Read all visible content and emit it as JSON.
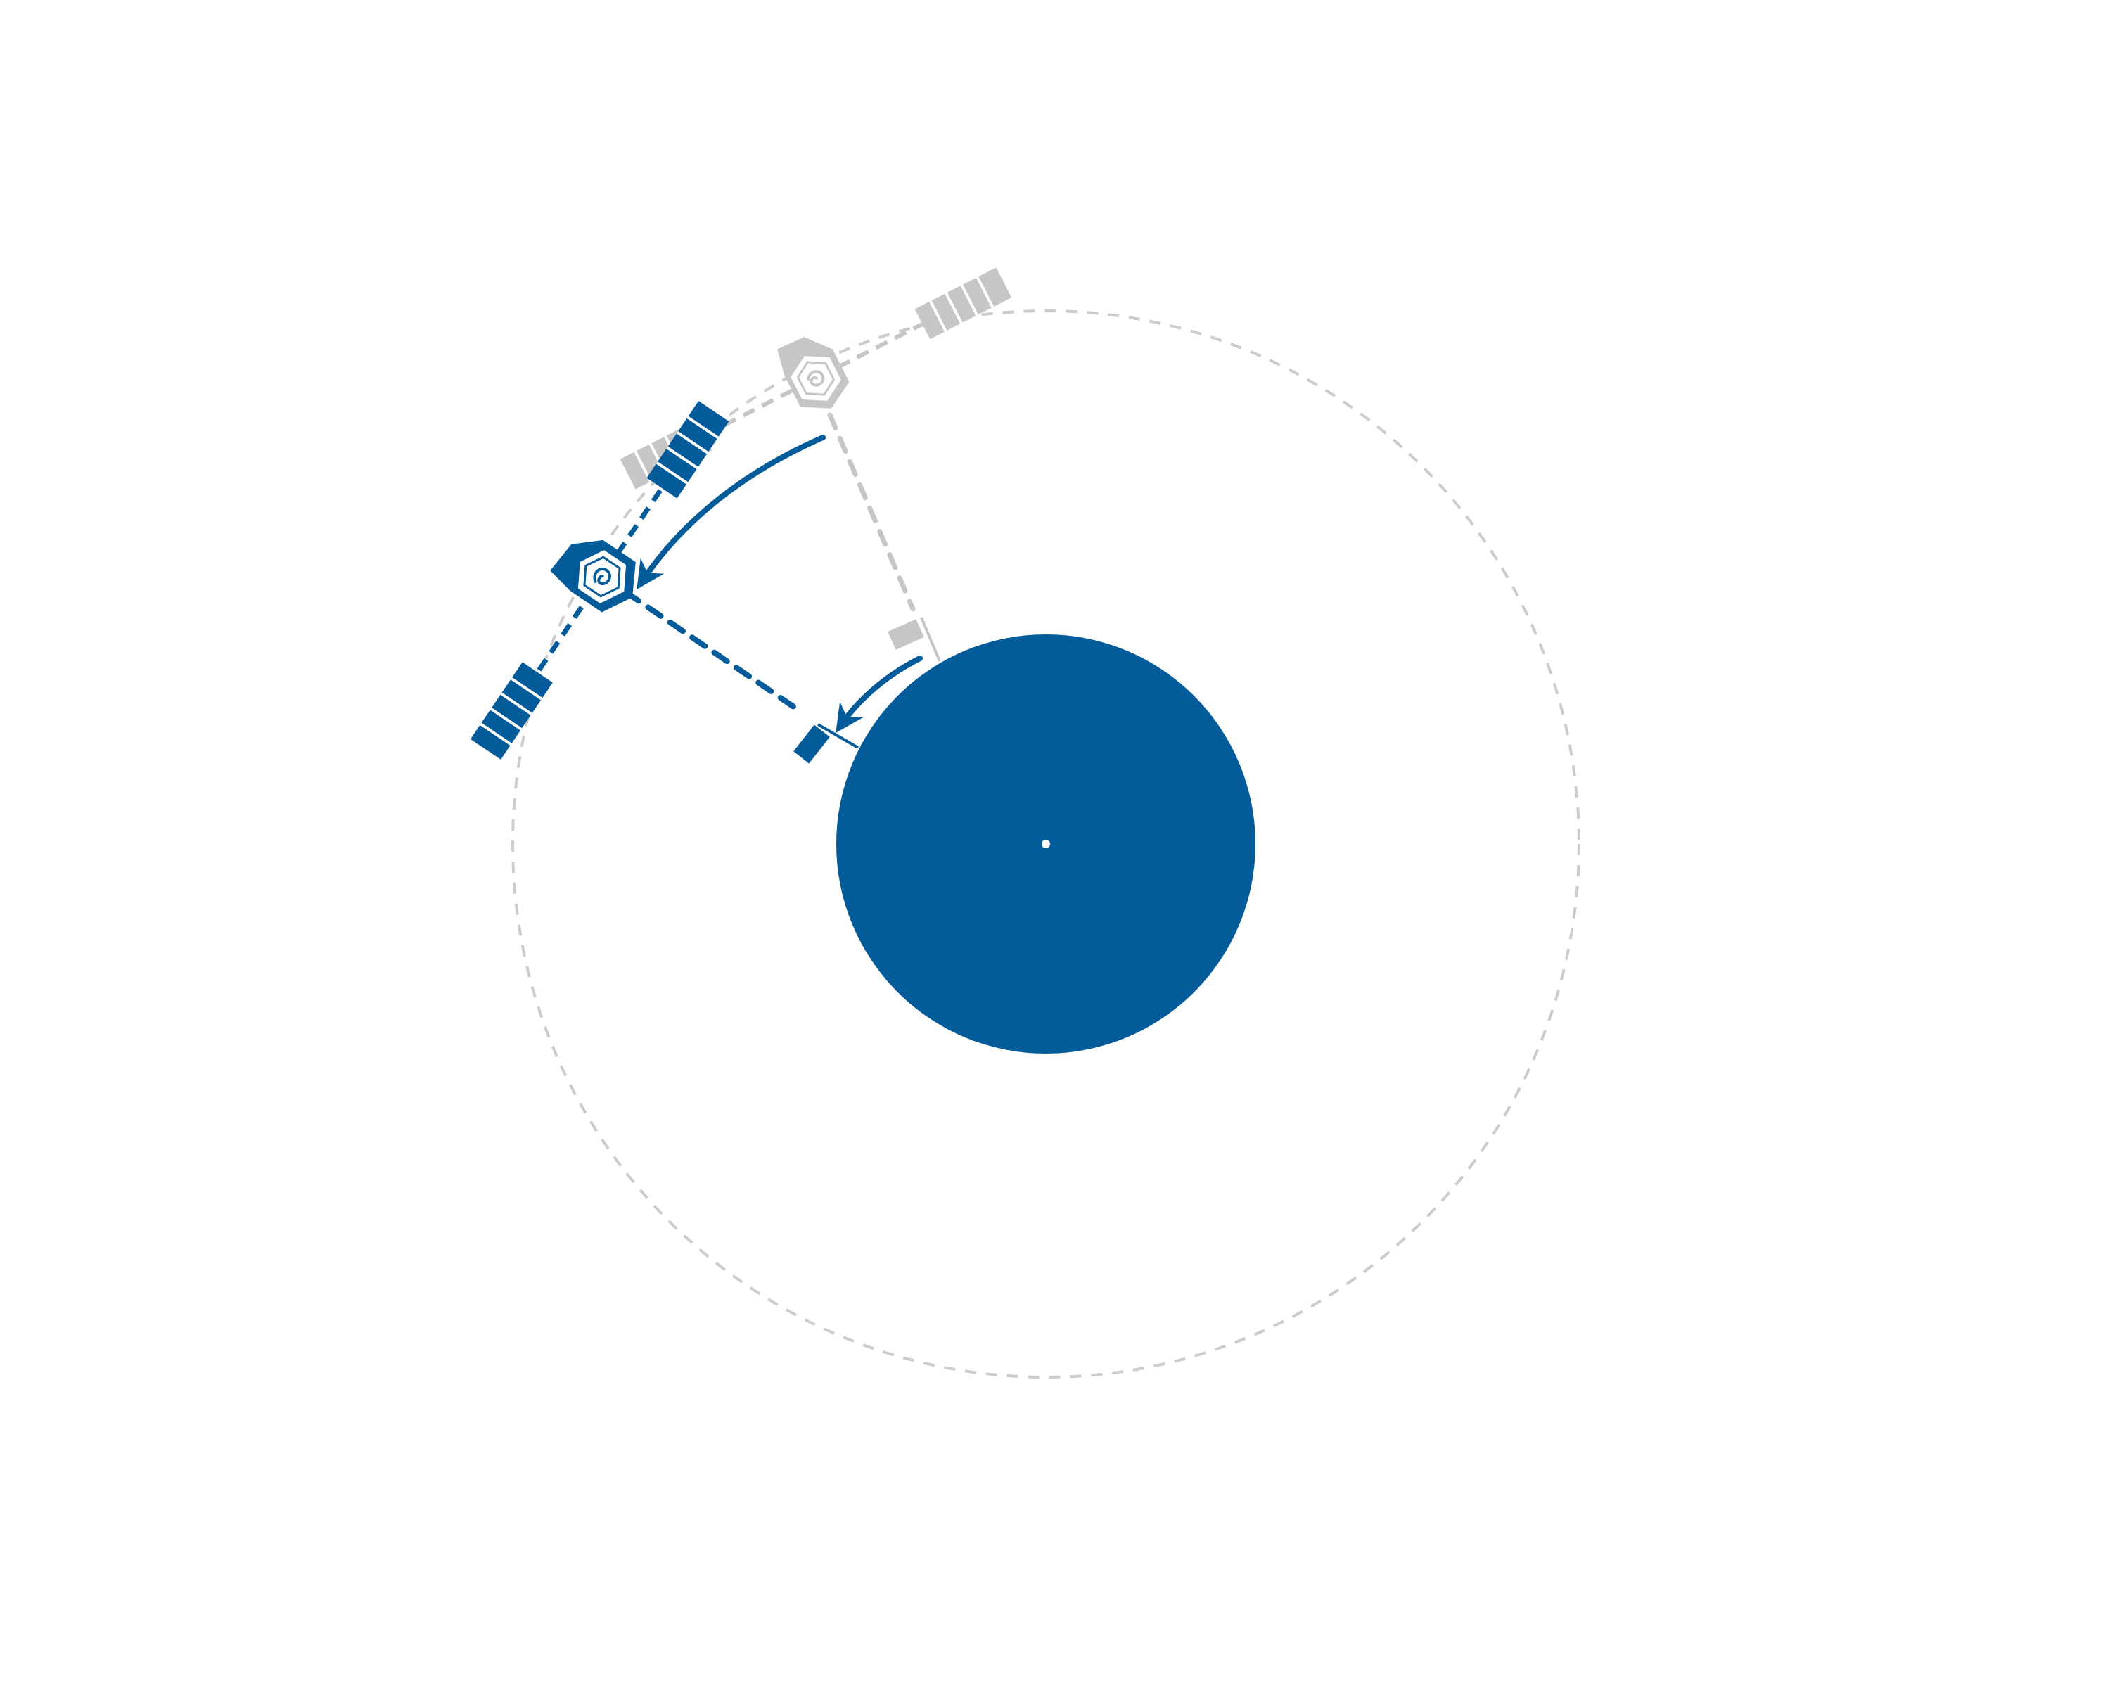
{
  "diagram": {
    "colors": {
      "background": "#ffffff",
      "primary_blue": "#045b9a",
      "ghost_gray": "#c6c6c6",
      "orbit_gray": "#cccccc",
      "center_dot": "#ffffff"
    },
    "elements": {
      "planet": "planet-disc",
      "orbit": "orbit-path",
      "satellite_previous": "satellite-previous-position",
      "satellite_current": "satellite-current-position",
      "pointing_previous": "previous-pointing-line",
      "pointing_current": "current-pointing-line",
      "motion_arrow": "orbital-motion-arrow",
      "surface_arrow": "surface-target-shift-arrow",
      "target_previous": "previous-target-marker",
      "target_current": "current-target-marker"
    }
  }
}
